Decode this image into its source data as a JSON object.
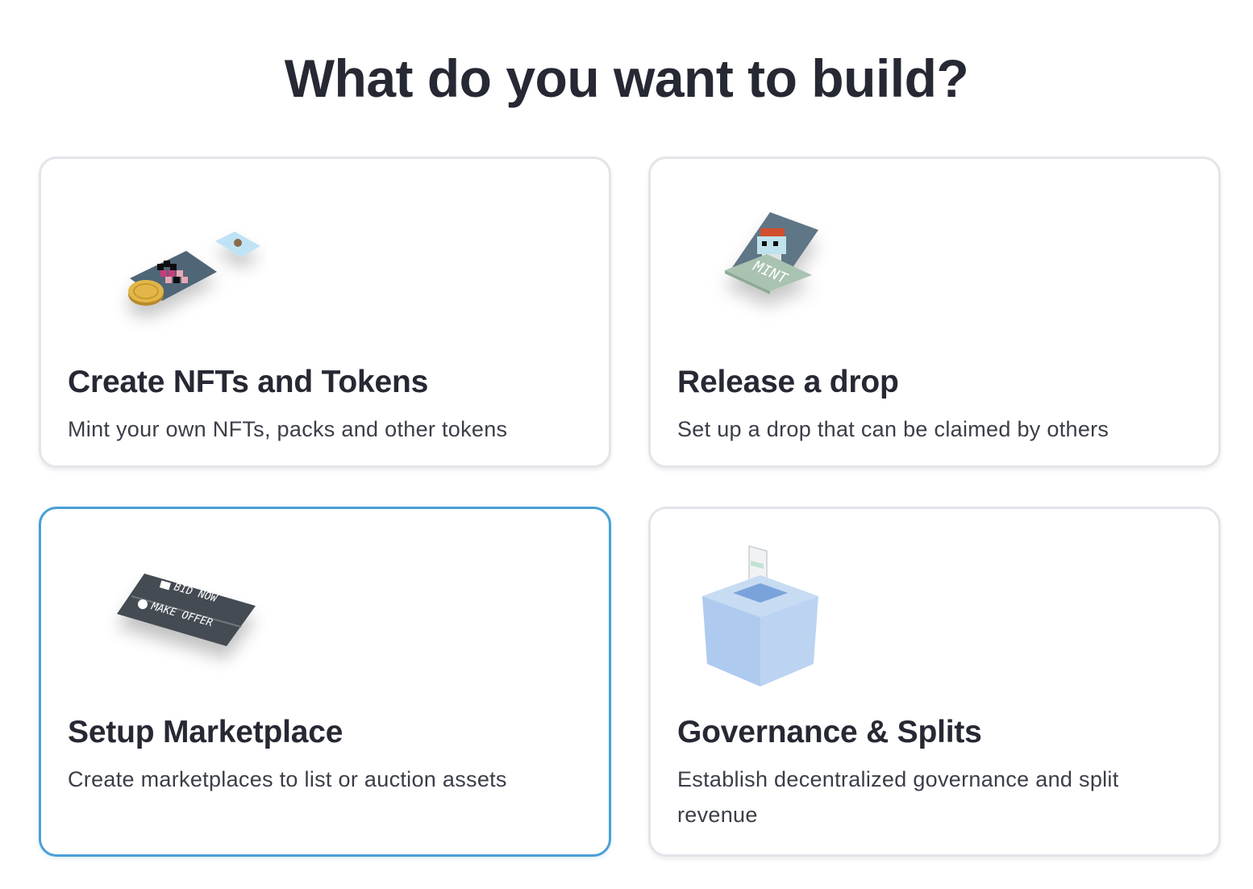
{
  "heading": "What do you want to build?",
  "cards": [
    {
      "title": "Create NFTs and Tokens",
      "description": "Mint your own NFTs, packs and other tokens",
      "icon": "nft-tokens-icon"
    },
    {
      "title": "Release a drop",
      "description": "Set up a drop that can be claimed by others",
      "icon": "mint-drop-icon",
      "badge": "MINT"
    },
    {
      "title": "Setup Marketplace",
      "description": "Create marketplaces to list or auction assets",
      "icon": "marketplace-icon",
      "selected": true,
      "labels": [
        "BID NOW",
        "MAKE OFFER"
      ]
    },
    {
      "title": "Governance & Splits",
      "description": "Establish decentralized governance and split revenue",
      "icon": "ballot-box-icon"
    }
  ],
  "colors": {
    "text": "#262833",
    "border": "#e4e5ea",
    "selected_border": "#4a9fd8"
  }
}
